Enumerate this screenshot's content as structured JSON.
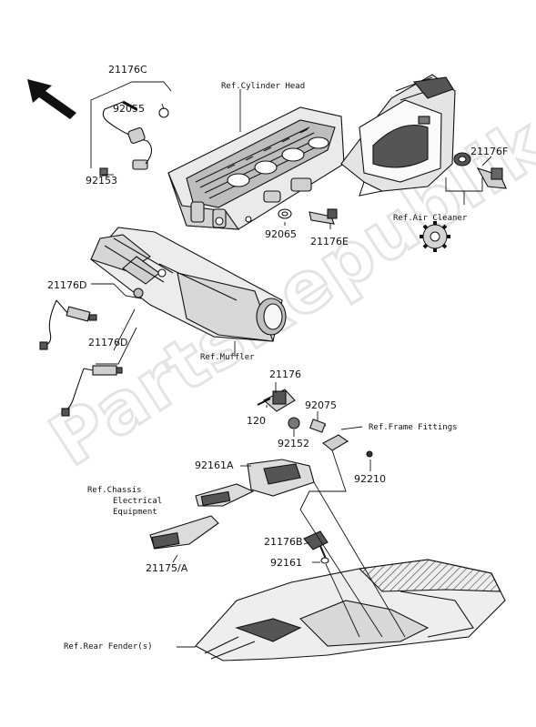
{
  "watermark": "PartsRepublik",
  "parts": {
    "p21176C": "21176C",
    "p92055": "92055",
    "p92153": "92153",
    "p92065": "92065",
    "p21176E": "21176E",
    "p21176F": "21176F",
    "p21176D_a": "21176D",
    "p21176D_b": "21176D",
    "p21176": "21176",
    "p120": "120",
    "p92152": "92152",
    "p92075": "92075",
    "p92210": "92210",
    "p92161A": "92161A",
    "p21175A": "21175/A",
    "p21176B": "21176B",
    "p92161": "92161"
  },
  "refs": {
    "cylinder_head": "Ref.Cylinder Head",
    "air_cleaner": "Ref.Air Cleaner",
    "muffler": "Ref.Muffler",
    "frame_fittings": "Ref.Frame Fittings",
    "chassis_line1": "Ref.Chassis",
    "chassis_line2": "Electrical",
    "chassis_line3": "Equipment",
    "rear_fender": "Ref.Rear Fender(s)"
  },
  "icons": [
    "front-direction-arrow-icon",
    "gear-icon"
  ],
  "colors": {
    "line": "#111111",
    "fill_light": "#e8e8e8",
    "fill_mid": "#c8c8c8",
    "fill_dark": "#4a4a4a",
    "watermark": "#e4e4e4"
  }
}
